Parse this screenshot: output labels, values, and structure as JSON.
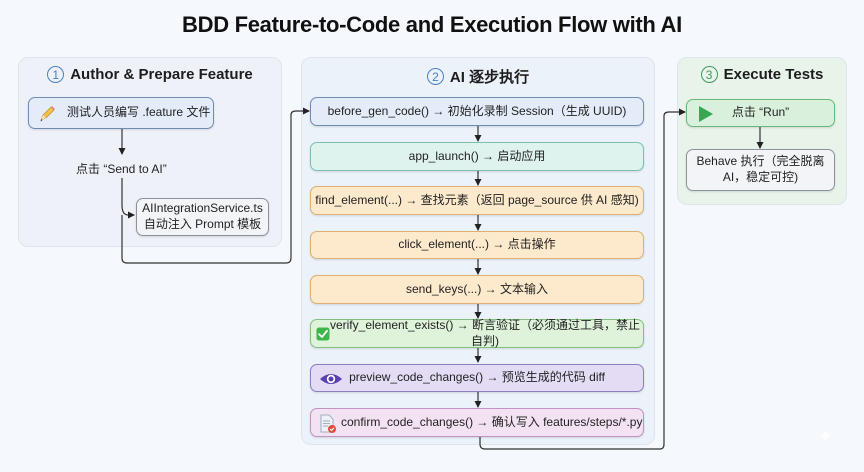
{
  "title": "BDD Feature-to-Code and Execution Flow with AI",
  "panels": {
    "author": {
      "number": "1",
      "heading": "Author & Prepare Feature",
      "step_write": "测试人员编写 .feature 文件",
      "step_send": "点击 “Send to AI”",
      "step_service_line1": "AIIntegrationService.ts",
      "step_service_line2": "自动注入 Prompt 模板"
    },
    "ai": {
      "number": "2",
      "heading": "AI 逐步执行",
      "steps": [
        {
          "label": "before_gen_code() → 初始化录制 Session（生成 UUID)"
        },
        {
          "label": "app_launch() → 启动应用"
        },
        {
          "label": "find_element(...) → 查找元素（返回 page_source 供 AI 感知)"
        },
        {
          "label": "click_element(...) → 点击操作"
        },
        {
          "label": "send_keys(...) → 文本输入"
        },
        {
          "label": "verify_element_exists() → 断言验证（必须通过工具，禁止自判)"
        },
        {
          "label": "preview_code_changes() → 预览生成的代码 diff"
        },
        {
          "label": "confirm_code_changes() → 确认写入 features/steps/*.py"
        }
      ]
    },
    "execute": {
      "number": "3",
      "heading": "Execute Tests",
      "step_run": "点击 “Run”",
      "step_behave_line1": "Behave 执行（完全脱离",
      "step_behave_line2": "AI，稳定可控)"
    }
  },
  "icons": {
    "write": "pencil-icon",
    "verify": "check-icon",
    "preview": "eye-icon",
    "confirm": "document-check-icon",
    "run": "play-icon"
  }
}
